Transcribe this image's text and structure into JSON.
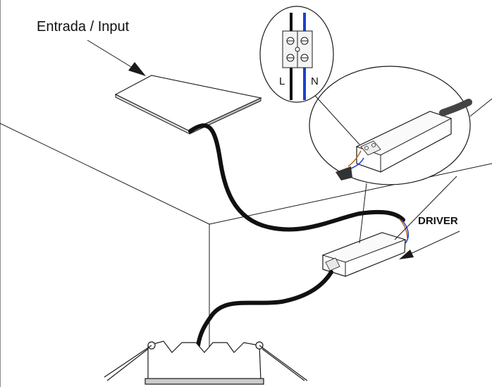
{
  "labels": {
    "input": "Entrada / Input",
    "driver": "DRIVER",
    "terminal_l": "L",
    "terminal_n": "N"
  },
  "colors": {
    "line": "#1a1a1a",
    "cable": "#111111",
    "live_wire": "#111111",
    "neutral_wire": "#1f3fd1",
    "brown_wire": "#b5651d",
    "terminal_fill": "#f4f4f4",
    "panel_fill": "#ffffff"
  },
  "icons": {
    "input_panel": "ceiling-junction-panel",
    "driver_box": "led-driver-box",
    "terminal_block": "screw-terminal-block",
    "downlight": "recessed-downlight-fixture"
  }
}
